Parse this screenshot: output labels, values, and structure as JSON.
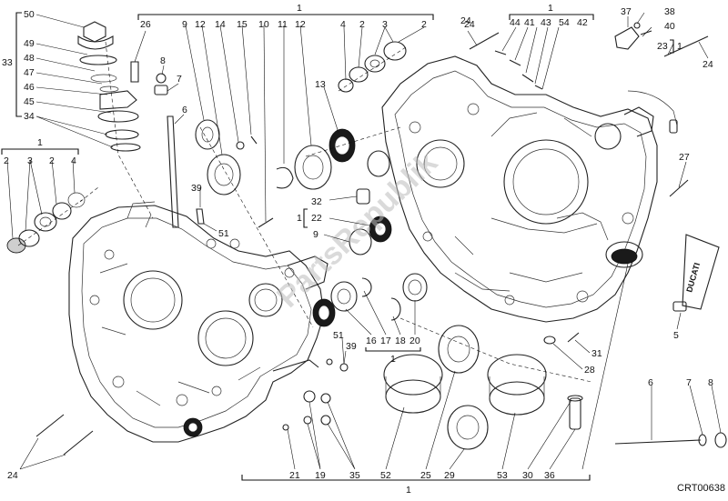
{
  "diagram": {
    "code": "CRT00638",
    "tube_brand": "DUCATI",
    "watermark": "PartsRepublik",
    "callouts": [
      {
        "id": "c50",
        "text": "50"
      },
      {
        "id": "c49",
        "text": "49"
      },
      {
        "id": "c48",
        "text": "48"
      },
      {
        "id": "c47",
        "text": "47"
      },
      {
        "id": "c46",
        "text": "46"
      },
      {
        "id": "c45",
        "text": "45"
      },
      {
        "id": "c34",
        "text": "34"
      },
      {
        "id": "c33",
        "text": "33"
      },
      {
        "id": "c1a",
        "text": "1"
      },
      {
        "id": "c2a",
        "text": "2"
      },
      {
        "id": "c3a",
        "text": "3"
      },
      {
        "id": "c2b",
        "text": "2"
      },
      {
        "id": "c4a",
        "text": "4"
      },
      {
        "id": "c24a",
        "text": "24"
      },
      {
        "id": "c26",
        "text": "26"
      },
      {
        "id": "c8a",
        "text": "8"
      },
      {
        "id": "c7a",
        "text": "7"
      },
      {
        "id": "c6a",
        "text": "6"
      },
      {
        "id": "c1b",
        "text": "1"
      },
      {
        "id": "c9a",
        "text": "9"
      },
      {
        "id": "c12a",
        "text": "12"
      },
      {
        "id": "c14",
        "text": "14"
      },
      {
        "id": "c15",
        "text": "15"
      },
      {
        "id": "c10",
        "text": "10"
      },
      {
        "id": "c11",
        "text": "11"
      },
      {
        "id": "c12b",
        "text": "12"
      },
      {
        "id": "c4b",
        "text": "4"
      },
      {
        "id": "c2c",
        "text": "2"
      },
      {
        "id": "c3b",
        "text": "3"
      },
      {
        "id": "c2d",
        "text": "2"
      },
      {
        "id": "c13",
        "text": "13"
      },
      {
        "id": "c39a",
        "text": "39"
      },
      {
        "id": "c51a",
        "text": "51"
      },
      {
        "id": "c32",
        "text": "32"
      },
      {
        "id": "c1c",
        "text": "1"
      },
      {
        "id": "c22",
        "text": "22"
      },
      {
        "id": "c9b",
        "text": "9"
      },
      {
        "id": "c16",
        "text": "16"
      },
      {
        "id": "c17",
        "text": "17"
      },
      {
        "id": "c18",
        "text": "18"
      },
      {
        "id": "c20",
        "text": "20"
      },
      {
        "id": "c1d",
        "text": "1"
      },
      {
        "id": "c51b",
        "text": "51"
      },
      {
        "id": "c39b",
        "text": "39"
      },
      {
        "id": "c24b",
        "text": "24"
      },
      {
        "id": "c1e",
        "text": "1"
      },
      {
        "id": "c44",
        "text": "44"
      },
      {
        "id": "c41",
        "text": "41"
      },
      {
        "id": "c43",
        "text": "43"
      },
      {
        "id": "c54",
        "text": "54"
      },
      {
        "id": "c42",
        "text": "42"
      },
      {
        "id": "c37",
        "text": "37"
      },
      {
        "id": "c38",
        "text": "38"
      },
      {
        "id": "c40",
        "text": "40"
      },
      {
        "id": "c23",
        "text": "23"
      },
      {
        "id": "c1f",
        "text": "1"
      },
      {
        "id": "c24c",
        "text": "24"
      },
      {
        "id": "c27",
        "text": "27"
      },
      {
        "id": "c5",
        "text": "5"
      },
      {
        "id": "c31",
        "text": "31"
      },
      {
        "id": "c28",
        "text": "28"
      },
      {
        "id": "c6b",
        "text": "6"
      },
      {
        "id": "c7b",
        "text": "7"
      },
      {
        "id": "c8b",
        "text": "8"
      },
      {
        "id": "c24d",
        "text": "24"
      },
      {
        "id": "c21",
        "text": "21"
      },
      {
        "id": "c19",
        "text": "19"
      },
      {
        "id": "c35",
        "text": "35"
      },
      {
        "id": "c52",
        "text": "52"
      },
      {
        "id": "c25",
        "text": "25"
      },
      {
        "id": "c29",
        "text": "29"
      },
      {
        "id": "c53",
        "text": "53"
      },
      {
        "id": "c30",
        "text": "30"
      },
      {
        "id": "c36",
        "text": "36"
      },
      {
        "id": "c1g",
        "text": "1"
      }
    ]
  }
}
